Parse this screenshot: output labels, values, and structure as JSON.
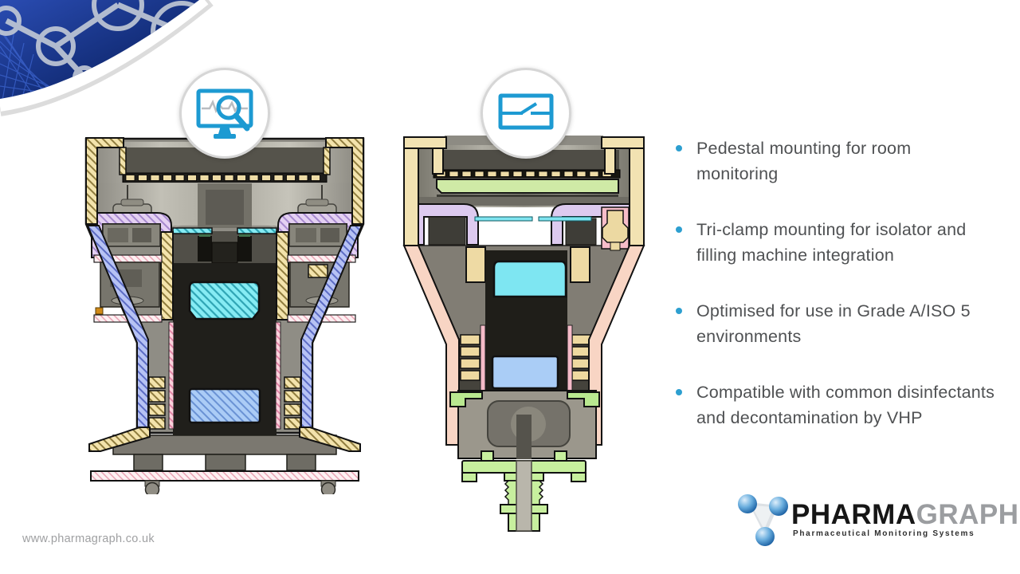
{
  "slide": {
    "background": "#ffffff",
    "url_footer": "www.pharmagraph.co.uk"
  },
  "decor": {
    "corner_navy": "#12307e",
    "network_silver": "#c2cad6",
    "mesh_blue": "#4a76e8"
  },
  "icons": {
    "accent_color": "#1d9ad2",
    "left_badge": "monitor-search-icon",
    "right_badge": "switch-icon"
  },
  "bullets": {
    "dot_color": "#2d9fd0",
    "items": [
      "Pedestal mounting for room monitoring",
      "Tri-clamp mounting for isolator and filling machine integration",
      "Optimised for use in Grade A/ISO 5 environments",
      "Compatible with common disinfectants and decontamination by VHP"
    ]
  },
  "logo": {
    "name_part1": "PHARMA",
    "name_part2": "GRAPH",
    "tagline": "Pharmaceutical Monitoring Systems",
    "sphere_color": "#2f6fae"
  }
}
